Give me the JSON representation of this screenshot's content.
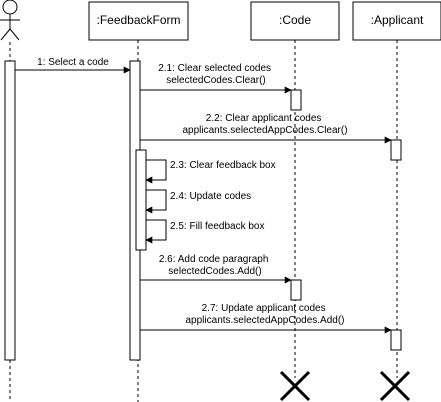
{
  "lifelines": {
    "actor": {
      "label": ""
    },
    "feedbackform": {
      "label": ":FeedbackForm"
    },
    "code": {
      "label": ":Code"
    },
    "applicant": {
      "label": ":Applicant"
    }
  },
  "messages": [
    {
      "id": "m1",
      "lines": [
        "1: Select a code"
      ]
    },
    {
      "id": "m21",
      "lines": [
        "2.1: Clear selected codes",
        "selectedCodes.Clear()"
      ]
    },
    {
      "id": "m22",
      "lines": [
        "2.2: Clear applicant codes",
        "applicants.selectedAppCodes.Clear()"
      ]
    },
    {
      "id": "m23",
      "lines": [
        "2.3: Clear feedback box"
      ]
    },
    {
      "id": "m24",
      "lines": [
        "2.4: Update codes"
      ]
    },
    {
      "id": "m25",
      "lines": [
        "2.5: Fill feedback box"
      ]
    },
    {
      "id": "m26",
      "lines": [
        "2.6: Add code paragraph",
        "selectedCodes.Add()"
      ]
    },
    {
      "id": "m27",
      "lines": [
        "2.7: Update applicant codes",
        "applicants.selectedAppCodes.Add()"
      ]
    }
  ]
}
